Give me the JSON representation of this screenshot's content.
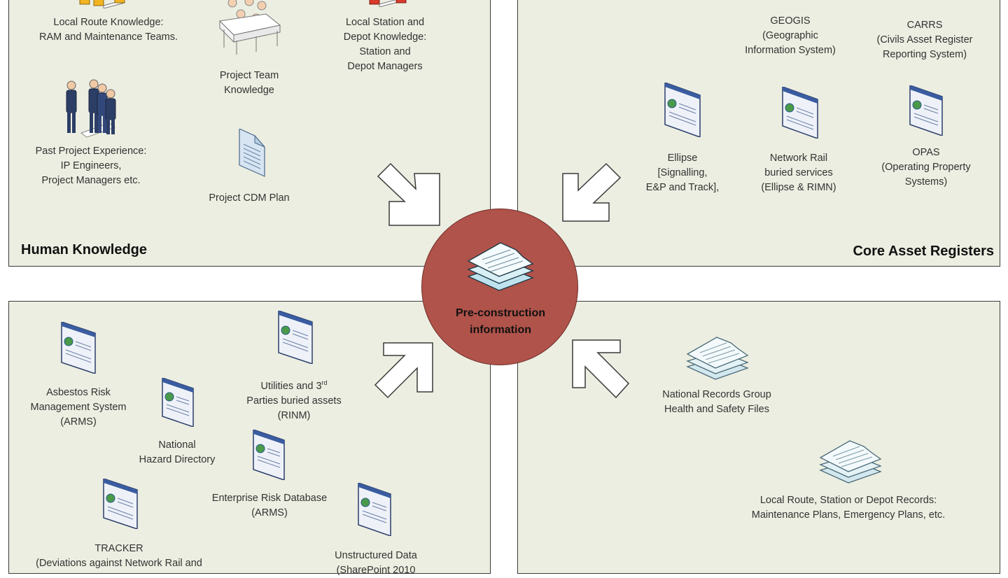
{
  "center": {
    "label": "Pre-construction\ninformation",
    "color": "#b0534a"
  },
  "panels": {
    "top_left": {
      "title": "Human Knowledge",
      "items": [
        {
          "label": "Local Route Knowledge:\nRAM and Maintenance Teams.",
          "icon": "people-icon"
        },
        {
          "label": "Project Team\nKnowledge",
          "icon": "meeting-icon"
        },
        {
          "label": "Local Station and\nDepot Knowledge:\nStation and\nDepot Managers",
          "icon": "people-icon"
        },
        {
          "label": "Past Project Experience:\nIP Engineers,\nProject Managers etc.",
          "icon": "people-icon"
        },
        {
          "label": "Project CDM Plan",
          "icon": "document-icon"
        }
      ]
    },
    "top_right": {
      "title": "Core Asset Registers",
      "items": [
        {
          "label": "GEOGIS\n(Geographic\nInformation System)",
          "icon": "web-page-icon"
        },
        {
          "label": "CARRS\n(Civils Asset Register\nReporting System)",
          "icon": "web-page-icon"
        },
        {
          "label": "Ellipse\n[Signalling,\nE&P and Track],",
          "icon": "web-page-icon"
        },
        {
          "label": "Network Rail\nburied services\n(Ellipse & RIMN)",
          "icon": "web-page-icon"
        },
        {
          "label": "OPAS\n(Operating Property\nSystems)",
          "icon": "web-page-icon"
        }
      ]
    },
    "bottom_left": {
      "items": [
        {
          "label": "Asbestos Risk\nManagement System\n(ARMS)",
          "icon": "web-page-icon"
        },
        {
          "label": "Utilities and 3",
          "sup": "rd",
          "label2": "Parties buried assets\n(RINM)",
          "icon": "web-page-icon"
        },
        {
          "label": "National\nHazard Directory",
          "icon": "web-page-icon"
        },
        {
          "label": "Enterprise Risk Database\n(ARMS)",
          "icon": "web-page-icon"
        },
        {
          "label": "TRACKER\n(Deviations against Network Rail and",
          "icon": "web-page-icon"
        },
        {
          "label": "Unstructured Data\n(SharePoint 2010",
          "icon": "web-page-icon"
        }
      ]
    },
    "bottom_right": {
      "items": [
        {
          "label": "National Records Group\nHealth and Safety Files",
          "icon": "document-stack-icon"
        },
        {
          "label": "Local Route, Station or Depot Records:\nMaintenance Plans,  Emergency Plans, etc.",
          "icon": "document-stack-icon"
        }
      ]
    }
  }
}
